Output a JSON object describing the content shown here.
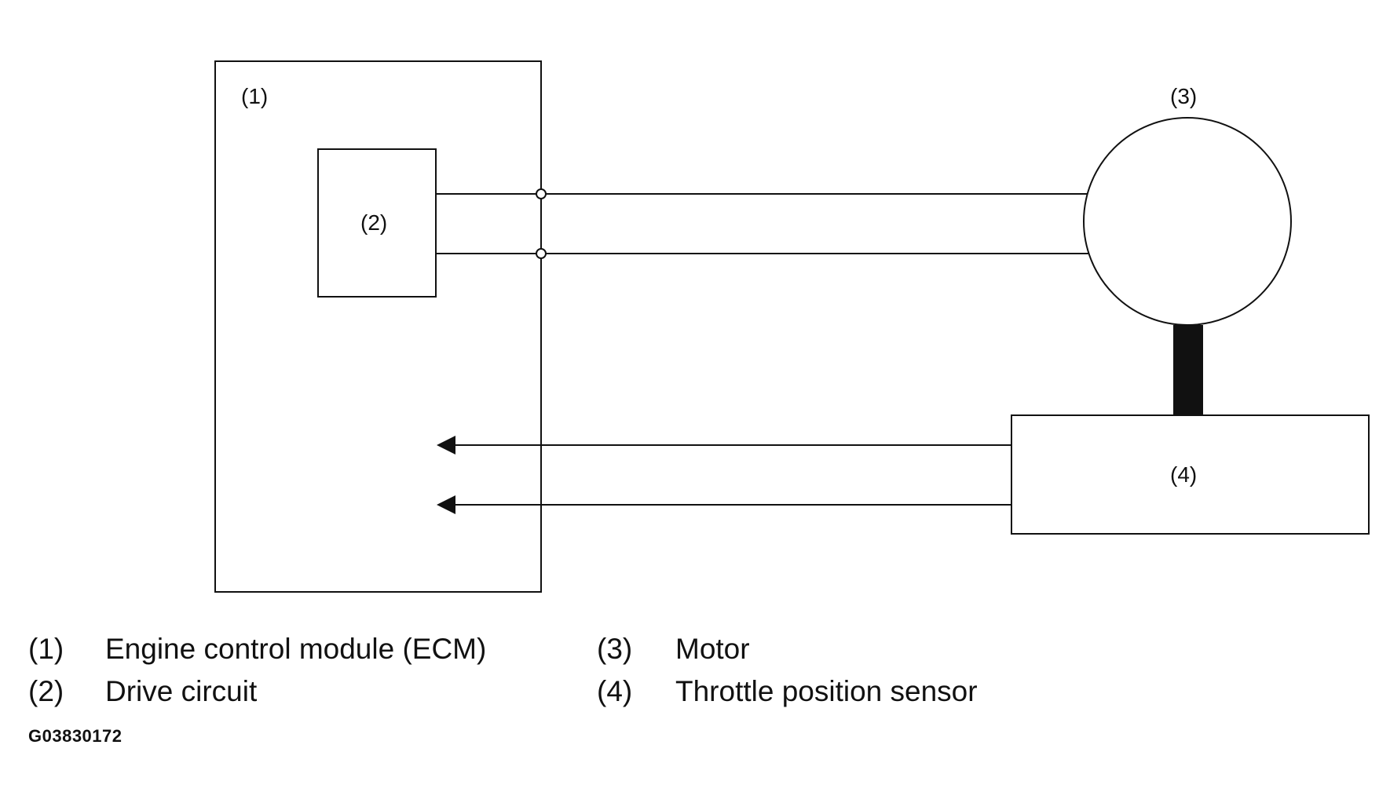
{
  "diagram": {
    "labels": {
      "ecm": "(1)",
      "drive_circuit": "(2)",
      "motor": "(3)",
      "sensor": "(4)"
    }
  },
  "legend": [
    {
      "num": "(1)",
      "text": "Engine control module (ECM)"
    },
    {
      "num": "(2)",
      "text": "Drive circuit"
    },
    {
      "num": "(3)",
      "text": "Motor"
    },
    {
      "num": "(4)",
      "text": "Throttle position sensor"
    }
  ],
  "figure_id": "G03830172"
}
